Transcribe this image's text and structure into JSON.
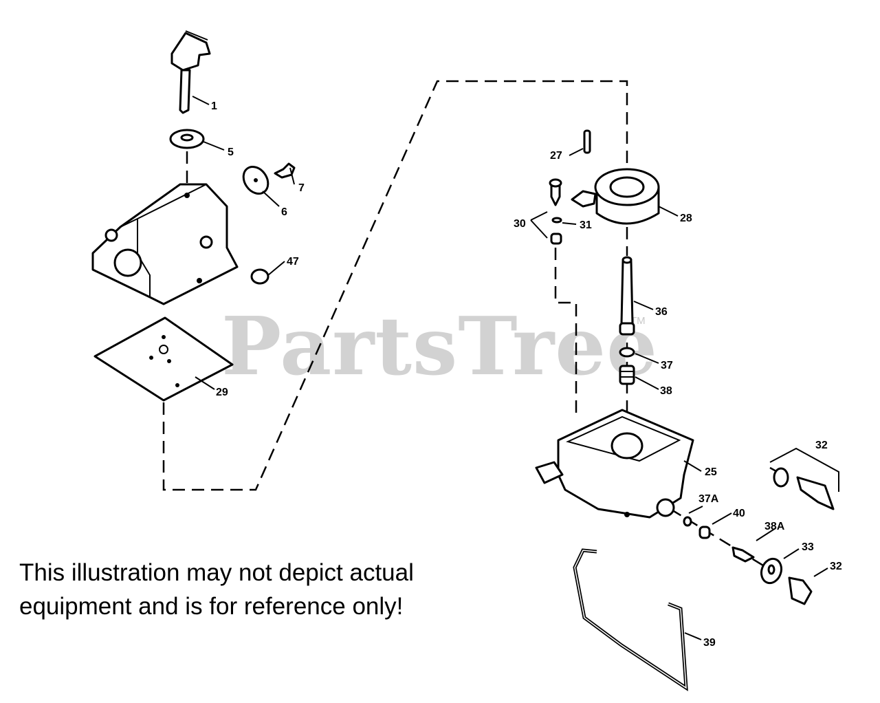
{
  "watermark": {
    "text": "PartsTree",
    "tm": "TM"
  },
  "disclaimer": {
    "line1": "This illustration may not depict actual",
    "line2": "equipment and is for reference only!"
  },
  "callouts": {
    "p1": "1",
    "p5": "5",
    "p7": "7",
    "p6": "6",
    "p47": "47",
    "p29": "29",
    "p27": "27",
    "p28": "28",
    "p30": "30",
    "p31": "31",
    "p36": "36",
    "p37": "37",
    "p38": "38",
    "p25": "25",
    "p32a": "32",
    "p37a": "37A",
    "p40": "40",
    "p38a": "38A",
    "p33": "33",
    "p32b": "32",
    "p39": "39"
  }
}
